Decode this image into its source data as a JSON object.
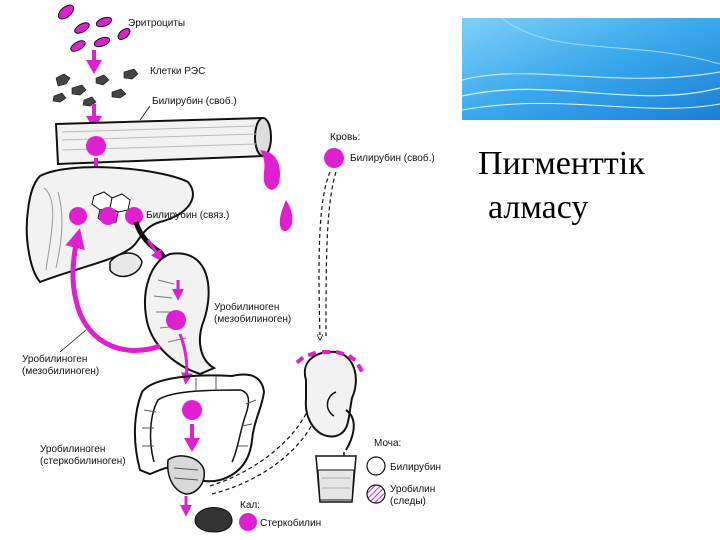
{
  "slide": {
    "title_line1": "Пигменттік",
    "title_line2": "алмасу"
  },
  "diagram": {
    "labels": {
      "erythrocytes": "Эритроциты",
      "res_cells": "Клетки РЭС",
      "bilirubin_free": "Билирубин (своб.)",
      "blood": "Кровь:",
      "blood_bilirubin_free": "Билирубин (своб.)",
      "bilirubin_bound": "Билирубин (связ.)",
      "urobilinogen_meso_1": "Уробилиноген",
      "urobilinogen_meso_2": "(мезобилиноген)",
      "left_urobilinogen_1": "Уробилиноген",
      "left_urobilinogen_2": "(мезобилиноген)",
      "sterco_urobilinogen_1": "Уробилиноген",
      "sterco_urobilinogen_2": "(стеркобилиноген)",
      "urine": "Моча:",
      "urine_bilirubin": "Билирубин",
      "urine_urobilin_1": "Уробилин",
      "urine_urobilin_2": "(следы)",
      "feces": "Кал:",
      "stercobilin": "Стеркобилин"
    }
  },
  "colors": {
    "magenta": "#e020d0",
    "accent_blue": "#3aa8ec",
    "organ_fill": "#f2f2f2",
    "outline": "#111111"
  }
}
